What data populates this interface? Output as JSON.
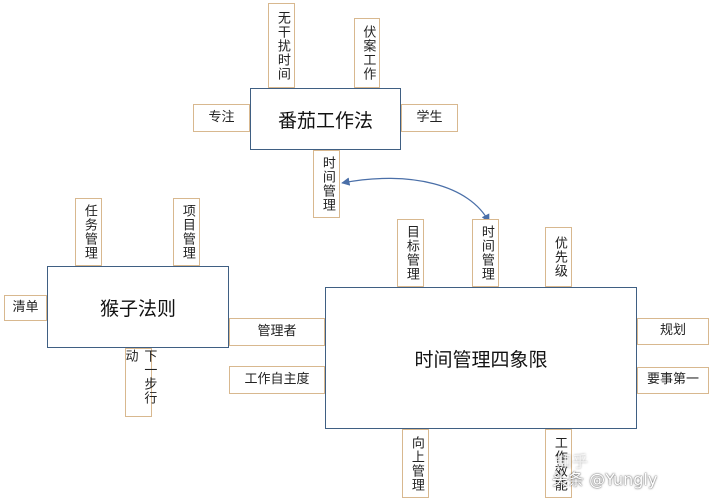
{
  "main_boxes": {
    "tomato": "番茄工作法",
    "monkey": "猴子法则",
    "matrix": "时间管理四象限"
  },
  "tomato_tags": {
    "no_interrupt": "无干扰时间",
    "desk_work": "伏案工作",
    "focus": "专注",
    "student": "学生",
    "time_mgmt": "时间管理"
  },
  "monkey_tags": {
    "task_mgmt": "任务管理",
    "project_mgmt": "项目管理",
    "checklist": "清单",
    "next_action": "下一步行动",
    "manager": "管理者"
  },
  "matrix_tags": {
    "goal_mgmt": "目标管理",
    "time_mgmt": "时间管理",
    "priority": "优先级",
    "planning": "规划",
    "first_things": "要事第一",
    "autonomy": "工作自主度",
    "upward_mgmt": "向上管理",
    "efficiency": "工作效能"
  },
  "watermark": {
    "text": "头条 @Yungly",
    "faint": "知乎"
  },
  "colors": {
    "box_border": "#3f5f83",
    "tag_border": "#d8b88f",
    "arrow": "#4a6fa8"
  }
}
